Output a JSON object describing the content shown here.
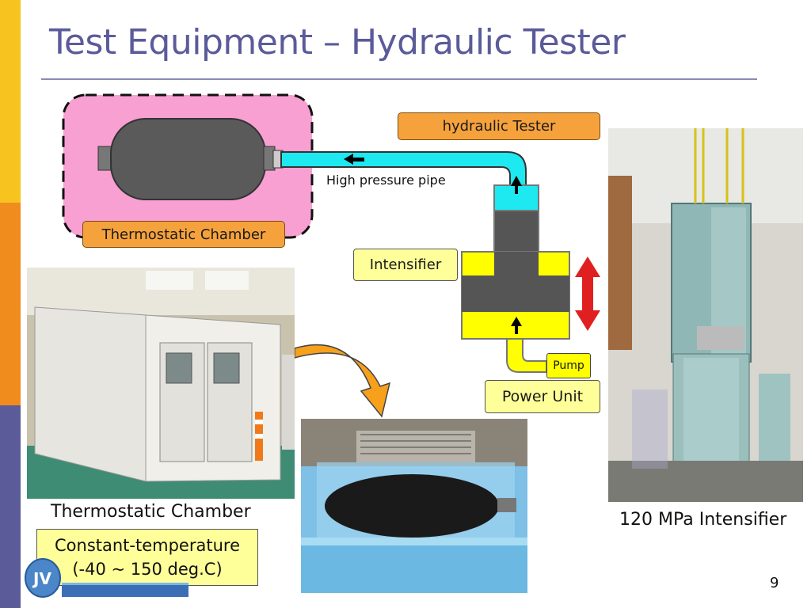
{
  "slide": {
    "title": "Test Equipment – Hydraulic Tester",
    "page_number": "9"
  },
  "diagram": {
    "label_hydraulic_tester": "hydraulic Tester",
    "label_high_pressure_pipe": "High pressure pipe",
    "label_thermostatic_chamber": "Thermostatic Chamber",
    "label_intensifier": "Intensifier",
    "label_pump": "Pump",
    "label_power_unit": "Power Unit"
  },
  "photos": {
    "chamber_caption": "Thermostatic Chamber",
    "chamber_spec_line1": "Constant-temperature",
    "chamber_spec_line2": "(-40 ~ 150 deg.C)",
    "intensifier_caption": "120 MPa Intensifier"
  },
  "colors": {
    "title": "#5b5b9a",
    "chamber_fill": "#f8a0d2",
    "pipe_cyan": "#1ee8f0",
    "intensifier_yellow": "#ffff00",
    "piston_gray": "#555555",
    "arrow_red": "#e02020",
    "label_orange": "#f6a23c"
  }
}
